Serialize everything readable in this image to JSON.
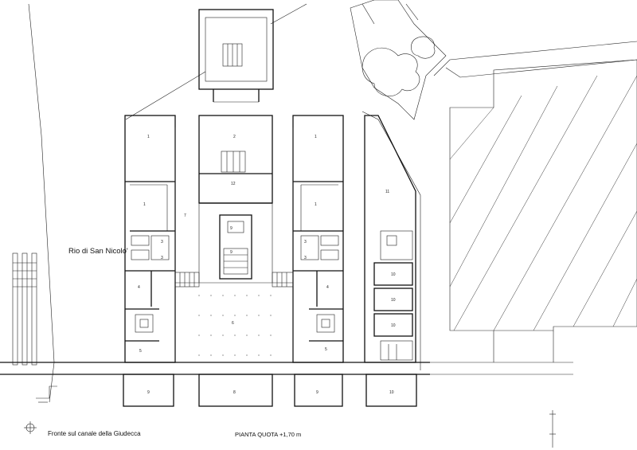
{
  "labels": {
    "canal": "Rio di San Nicolo'",
    "facade": "Fronte sul canale della Giudecca",
    "plan_title": "PIANTA QUOTA +1,70 m"
  },
  "rooms": {
    "r1a": "1",
    "r2": "2",
    "r1b": "1",
    "r1c": "1",
    "r12": "12",
    "r1d": "1",
    "r11": "11",
    "r7": "7",
    "r3a": "3",
    "r3b": "3",
    "r3c": "3",
    "r3d": "3",
    "r4a": "4",
    "r4b": "4",
    "r5a": "5",
    "r5b": "5",
    "r6": "6",
    "r10a": "10",
    "r10b": "10",
    "r10c": "10",
    "r9a": "9",
    "r8": "8",
    "r9b": "9",
    "r10d": "10",
    "r9c": "9",
    "r9d": "9"
  }
}
